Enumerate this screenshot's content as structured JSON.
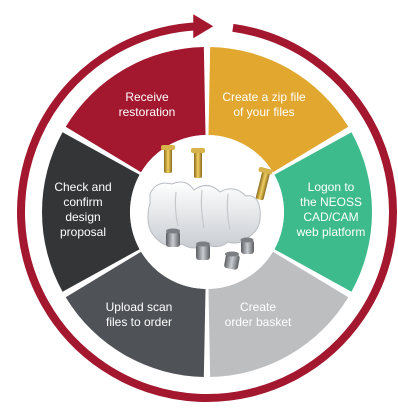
{
  "diagram": {
    "type": "process-cycle",
    "steps": [
      {
        "id": "zip",
        "lines": [
          "Create a zip file",
          "of your files"
        ],
        "color": "#E1A72F"
      },
      {
        "id": "logon",
        "lines": [
          "Logon to",
          "the NEOSS",
          "CAD/CAM",
          "web platform"
        ],
        "color": "#3DBB8C"
      },
      {
        "id": "basket",
        "lines": [
          "Create",
          "order basket"
        ],
        "color": "#BDBEC0"
      },
      {
        "id": "upload",
        "lines": [
          "Upload scan",
          "files to order"
        ],
        "color": "#4F5257"
      },
      {
        "id": "confirm",
        "lines": [
          "Check and",
          "confirm",
          "design",
          "proposal"
        ],
        "color": "#343536"
      },
      {
        "id": "receive",
        "lines": [
          "Receive",
          "restoration"
        ],
        "color": "#A3182F"
      }
    ],
    "arrow_color": "#A3182F",
    "center_image": "dental-implant-bridge-image"
  }
}
